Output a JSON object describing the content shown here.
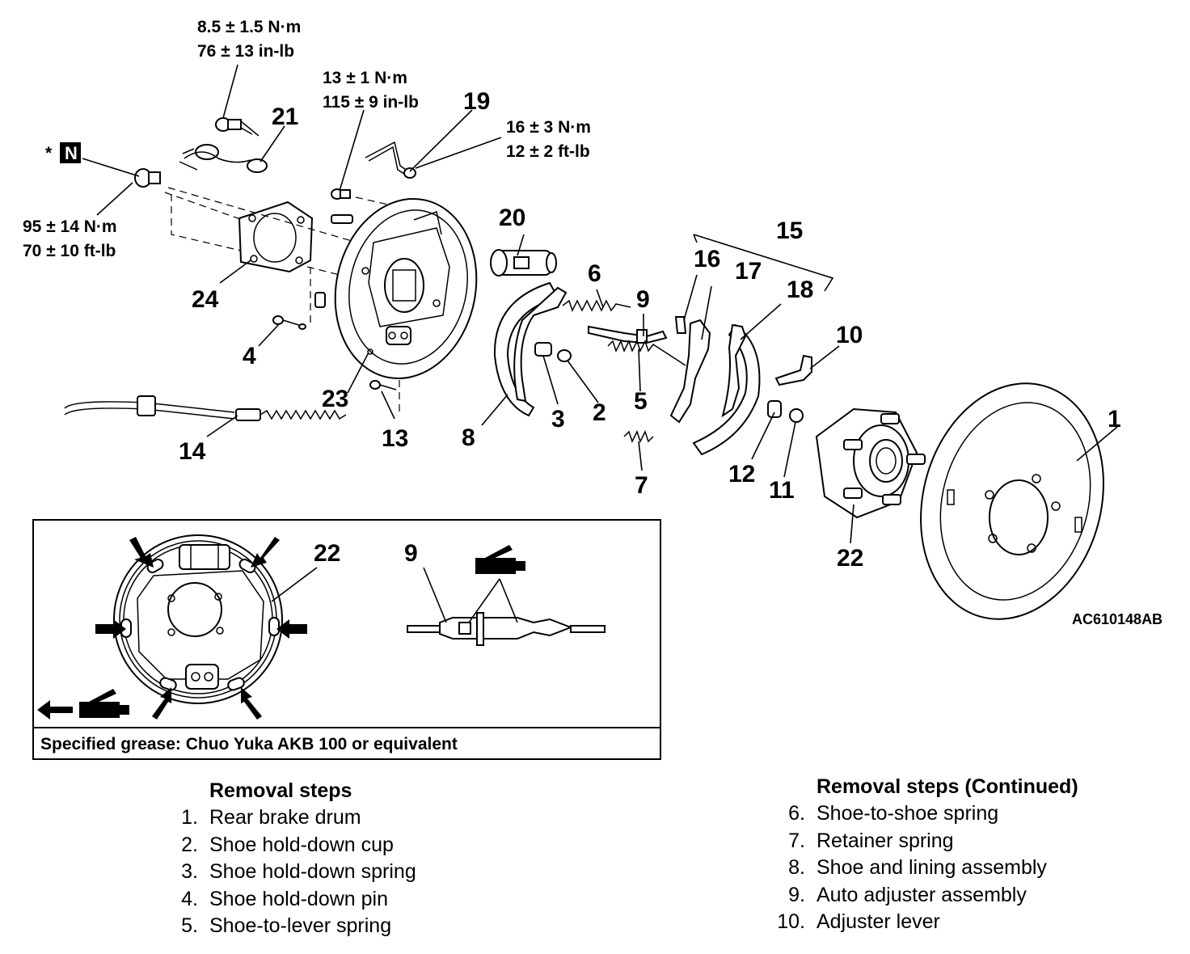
{
  "torque_specs": {
    "t21": [
      "8.5 ± 1.5 N·m",
      "76 ± 13 in-lb"
    ],
    "t13": [
      "13 ± 1 N·m",
      "115 ± 9 in-lb"
    ],
    "t19": [
      "16 ± 3 N·m",
      "12 ± 2 ft-lb"
    ],
    "t4": [
      "95 ± 14 N·m",
      "70 ± 10 ft-lb"
    ]
  },
  "marker": {
    "asterisk": "*",
    "letter": "N"
  },
  "callouts": [
    "1",
    "2",
    "3",
    "4",
    "5",
    "6",
    "7",
    "8",
    "9",
    "10",
    "11",
    "12",
    "13",
    "14",
    "15",
    "16",
    "17",
    "18",
    "19",
    "20",
    "21",
    "22",
    "23",
    "24"
  ],
  "inset": {
    "label_22": "22",
    "label_9": "9",
    "caption": "Specified grease: Chuo Yuka AKB 100 or equivalent"
  },
  "figure_code": "AC610148AB",
  "removal_steps": {
    "title": "Removal steps",
    "items": [
      {
        "n": "1.",
        "text": "Rear brake drum"
      },
      {
        "n": "2.",
        "text": "Shoe hold-down cup"
      },
      {
        "n": "3.",
        "text": "Shoe hold-down spring"
      },
      {
        "n": "4.",
        "text": "Shoe hold-down pin"
      },
      {
        "n": "5.",
        "text": "Shoe-to-lever spring"
      }
    ]
  },
  "removal_steps_continued": {
    "title": "Removal steps (Continued)",
    "items": [
      {
        "n": "6.",
        "text": "Shoe-to-shoe spring"
      },
      {
        "n": "7.",
        "text": "Retainer spring"
      },
      {
        "n": "8.",
        "text": "Shoe and lining assembly"
      },
      {
        "n": "9.",
        "text": "Auto adjuster assembly"
      },
      {
        "n": "10.",
        "text": "Adjuster lever"
      }
    ]
  }
}
